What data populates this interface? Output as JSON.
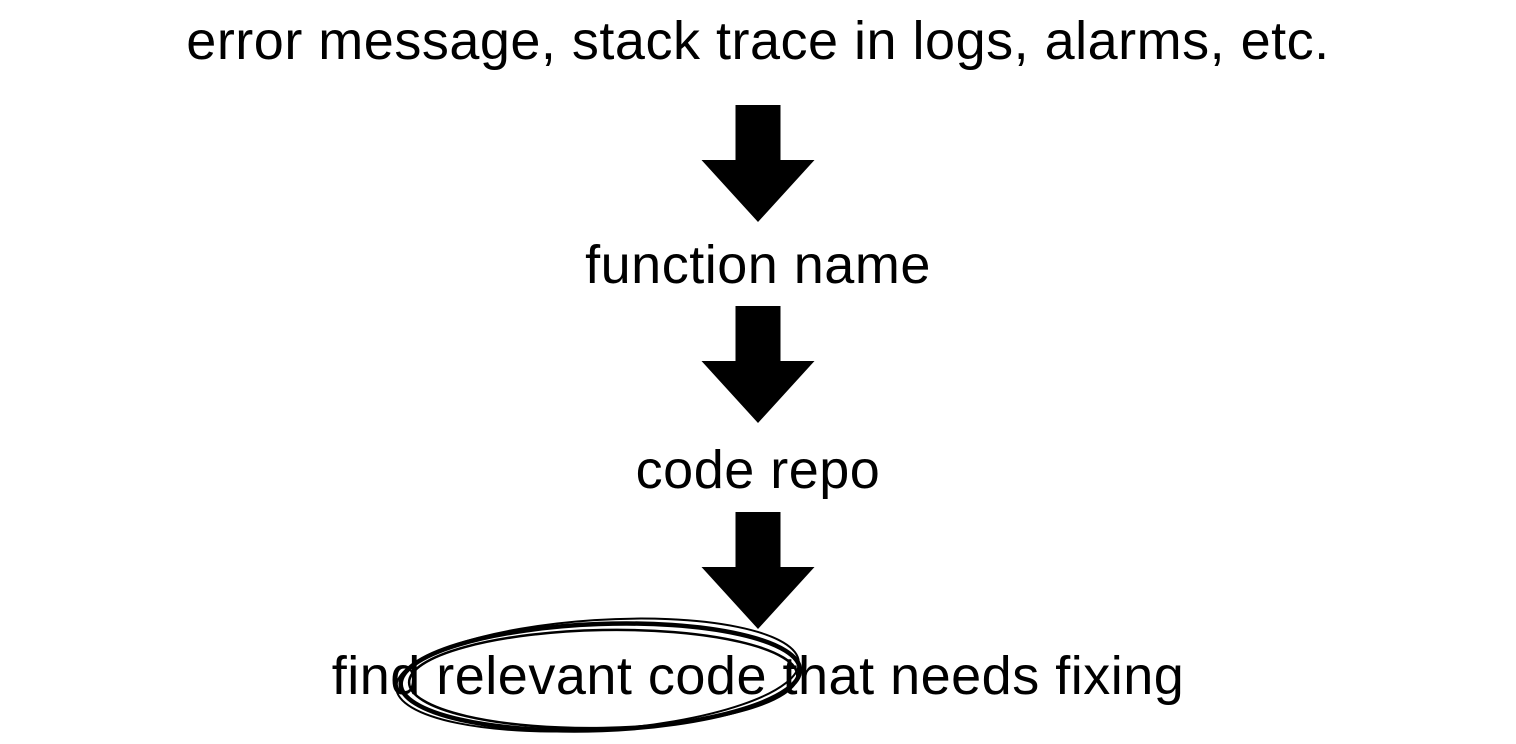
{
  "diagram": {
    "type": "vertical-flow",
    "colors": {
      "background": "#ffffff",
      "ink": "#000000"
    },
    "connector_icon": "down-block-arrow",
    "nodes": [
      {
        "id": "inputs",
        "label": "error message, stack trace in logs, alarms, etc."
      },
      {
        "id": "function-name",
        "label": "function name"
      },
      {
        "id": "code-repo",
        "label": "code repo"
      },
      {
        "id": "goal",
        "label": "find relevant code that needs fixing"
      }
    ],
    "goal_line": {
      "prefix": "find ",
      "circled": "relevant code",
      "suffix": " that needs fixing"
    },
    "annotation": {
      "type": "hand-drawn-ellipse",
      "around": "relevant code"
    }
  }
}
